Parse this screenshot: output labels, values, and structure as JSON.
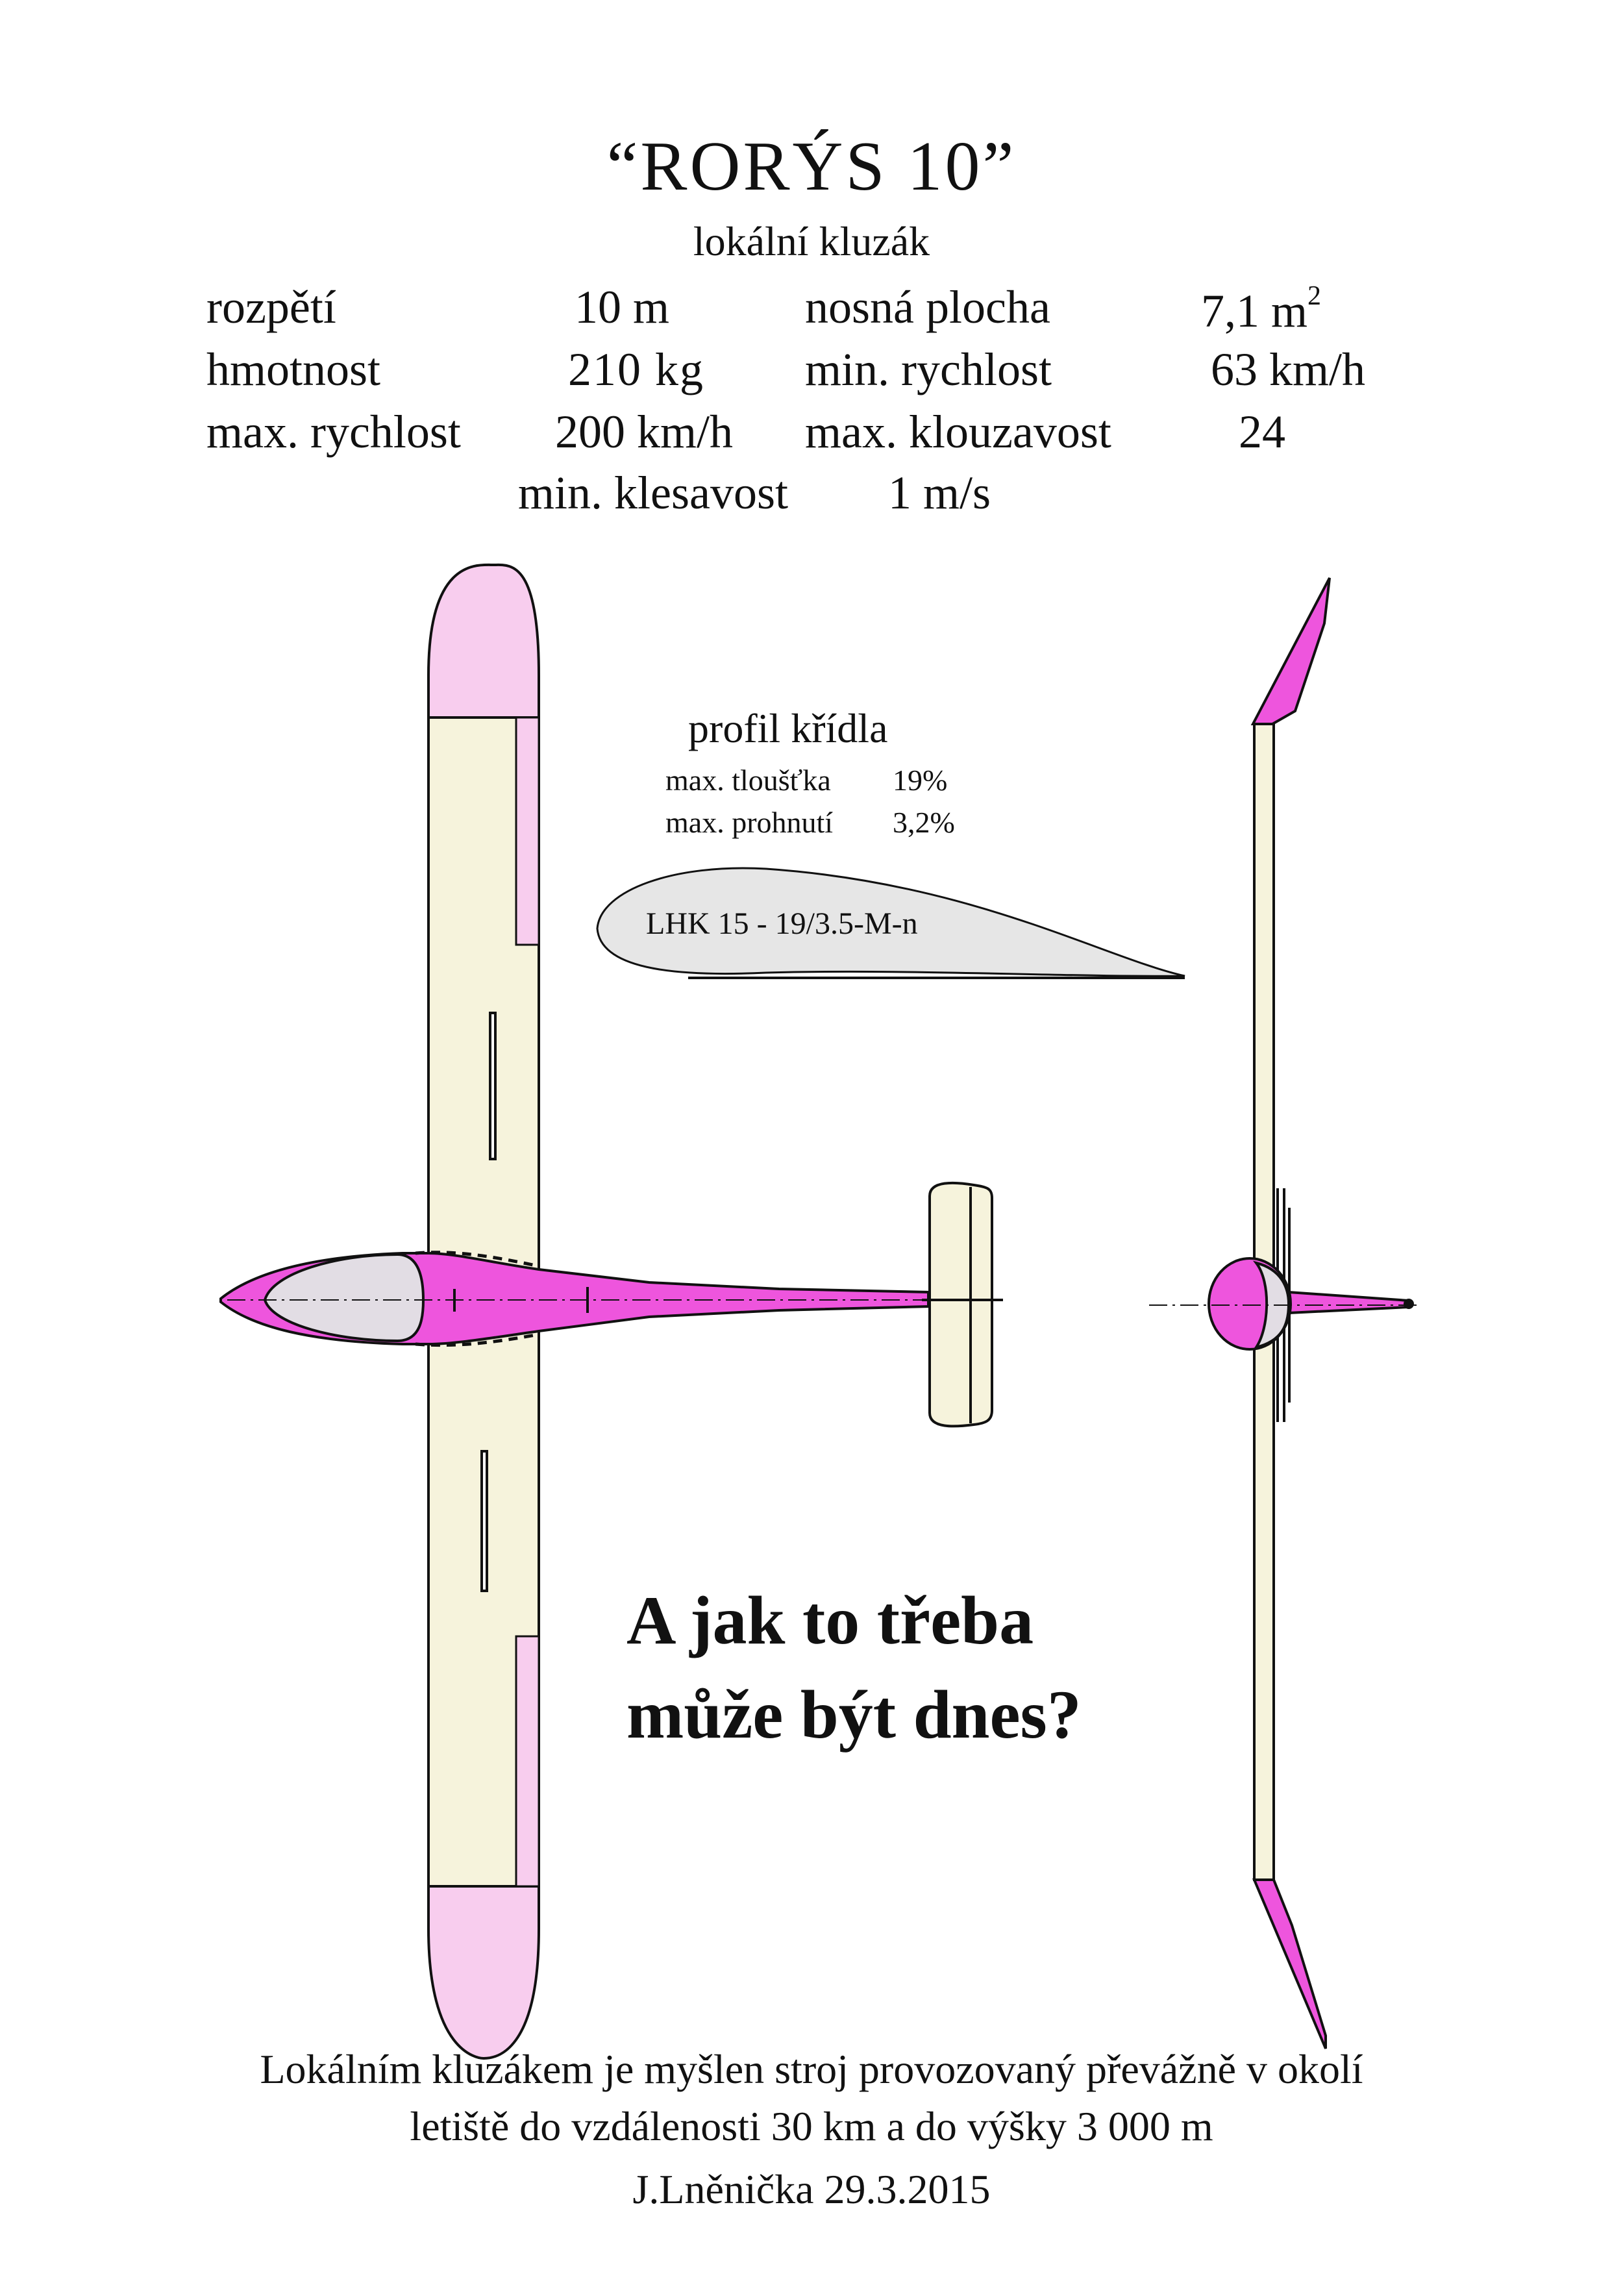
{
  "title": "“RORÝS 10”",
  "subtitle": "lokální kluzák",
  "specs": {
    "span_label": "rozpětí",
    "span_value": "10 m",
    "area_label": "nosná plocha",
    "area_value": "7,1 m",
    "area_unit_sup": "2",
    "mass_label": "hmotnost",
    "mass_value": "210 kg",
    "min_speed_label": "min. rychlost",
    "min_speed_value": "63 km/h",
    "max_speed_label": "max. rychlost",
    "max_speed_value": "200 km/h",
    "max_glide_label": "max. klouzavost",
    "max_glide_value": "24",
    "min_sink_label": "min. klesavost",
    "min_sink_value": "1 m/s"
  },
  "profile": {
    "title": "profil křídla",
    "thickness_label": "max. tloušťka",
    "thickness_value": "19%",
    "camber_label": "max. prohnutí",
    "camber_value": "3,2%",
    "airfoil_code": "LHK 15 - 19/3.5-M-n"
  },
  "question": {
    "line1": "A jak to třeba",
    "line2": "může být dnes?"
  },
  "footer": {
    "line1": "Lokálním kluzákem je myšlen stroj provozovaný převážně v okolí",
    "line2": "letiště do vzdálenosti  30 km a do výšky 3 000 m",
    "author_date": "J.Lněnička  29.3.2015"
  },
  "colors": {
    "wing_fill": "#f6f3dc",
    "tip_fill": "#f8cdee",
    "fuselage_fill": "#ee55dd",
    "canopy_fill": "#e2dde4",
    "airfoil_fill": "#e6e6e6",
    "outline": "#111111"
  }
}
